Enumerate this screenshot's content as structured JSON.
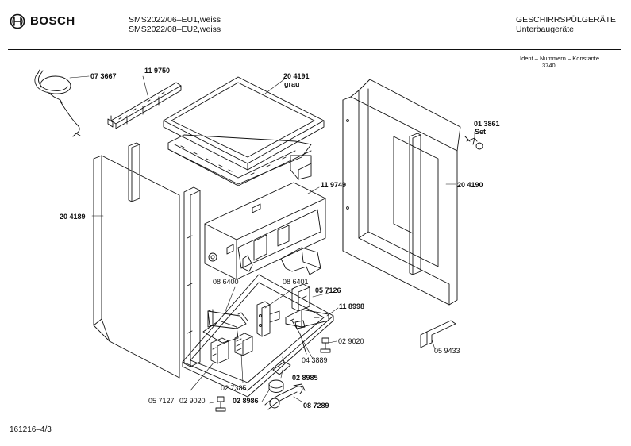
{
  "header": {
    "brand": "BOSCH",
    "model_line_1": "SMS2022/06–EU1,weiss",
    "model_line_2": "SMS2022/08–EU2,weiss",
    "category": "GESCHIRRSPÜLGERÄTE",
    "subcategory": "Unterbaugeräte",
    "ident_label": "Ident – Nummern – Konstante",
    "ident_value": "3740 . . . . . . ."
  },
  "footer": {
    "drawing_number": "161216–4/3"
  },
  "parts": {
    "p073667": "07 3667",
    "p119750": "11 9750",
    "p204191": "20 4191",
    "grau": "grau",
    "p204189": "20 4189",
    "p119749": "11 9749",
    "p013861": "01 3861",
    "set": "Set",
    "p204190": "20 4190",
    "p086400": "08 6400",
    "p086401": "08 6401",
    "p057126": "05 7126",
    "p118998": "11 8998",
    "p029020a": "02 9020",
    "p043889": "04 3889",
    "p059433": "05 9433",
    "p027385": "02 7385",
    "p028985": "02 8985",
    "p057127": "05 7127",
    "p029020b": "02 9020",
    "p028986": "02 8986",
    "p087289": "08 7289"
  }
}
